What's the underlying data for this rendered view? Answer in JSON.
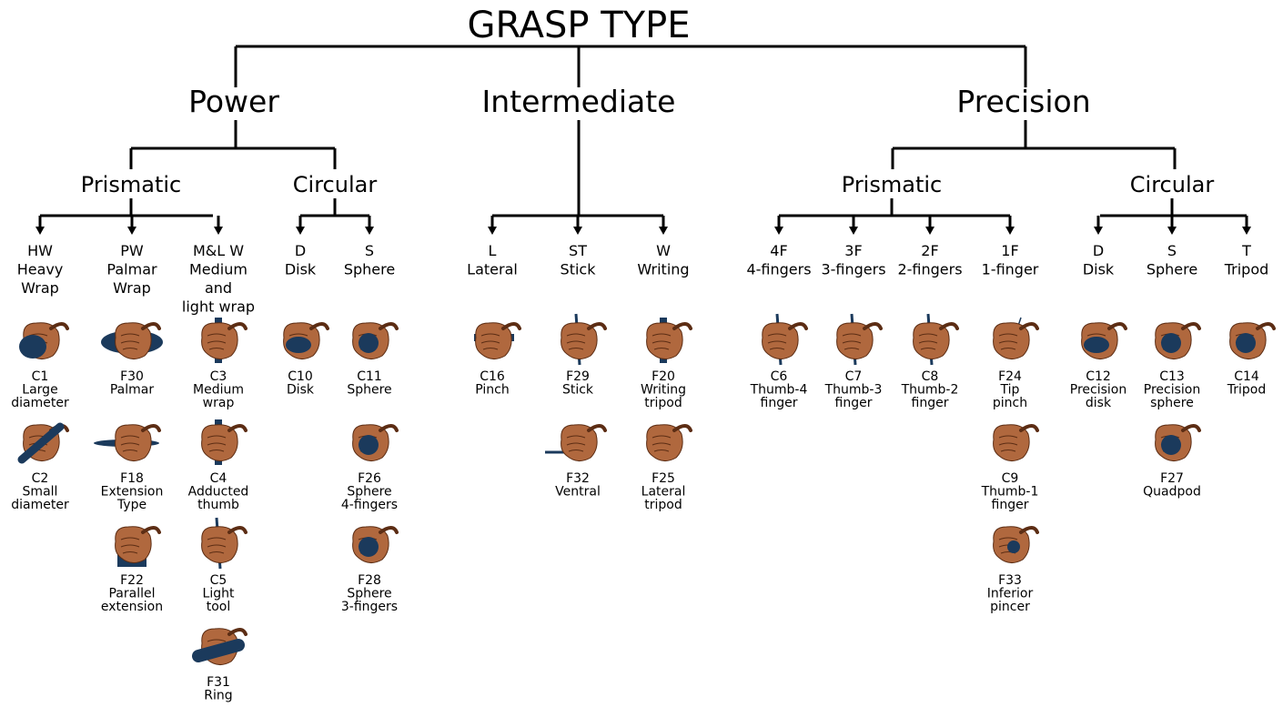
{
  "root": "GRASP TYPE",
  "categories": [
    {
      "id": "power",
      "label": "Power"
    },
    {
      "id": "intermediate",
      "label": "Intermediate"
    },
    {
      "id": "precision",
      "label": "Precision"
    }
  ],
  "subcategories": [
    {
      "id": "pw-prismatic",
      "label": "Prismatic"
    },
    {
      "id": "pw-circular",
      "label": "Circular"
    },
    {
      "id": "pr-prismatic",
      "label": "Prismatic"
    },
    {
      "id": "pr-circular",
      "label": "Circular"
    }
  ],
  "leaves": [
    {
      "id": "hw",
      "lines": [
        "HW",
        "Heavy",
        "Wrap"
      ],
      "grasps": [
        {
          "lines": [
            "C1",
            "Large",
            "diameter"
          ],
          "object": "cylinder-large"
        },
        {
          "lines": [
            "C2",
            "Small",
            "diameter"
          ],
          "object": "cylinder-small"
        }
      ]
    },
    {
      "id": "pw",
      "lines": [
        "PW",
        "Palmar",
        "Wrap"
      ],
      "grasps": [
        {
          "lines": [
            "F30",
            "Palmar"
          ],
          "object": "disk-wide"
        },
        {
          "lines": [
            "F18",
            "Extension",
            "Type"
          ],
          "object": "disk-flat"
        },
        {
          "lines": [
            "F22",
            "Parallel",
            "extension"
          ],
          "object": "block"
        }
      ]
    },
    {
      "id": "mlw",
      "lines": [
        "M&L W",
        "Medium",
        "and",
        "light wrap"
      ],
      "grasps": [
        {
          "lines": [
            "C3",
            "Medium",
            "wrap"
          ],
          "object": "rod-vertical"
        },
        {
          "lines": [
            "C4",
            "Adducted",
            "thumb"
          ],
          "object": "rod-vertical"
        },
        {
          "lines": [
            "C5",
            "Light",
            "tool"
          ],
          "object": "stick-thin"
        },
        {
          "lines": [
            "F31",
            "Ring"
          ],
          "object": "cylinder-ring"
        }
      ]
    },
    {
      "id": "d1",
      "lines": [
        "D",
        "Disk"
      ],
      "grasps": [
        {
          "lines": [
            "C10",
            "Disk"
          ],
          "object": "disk"
        }
      ]
    },
    {
      "id": "s1",
      "lines": [
        "S",
        "Sphere"
      ],
      "grasps": [
        {
          "lines": [
            "C11",
            "Sphere"
          ],
          "object": "sphere"
        },
        {
          "lines": [
            "F26",
            "Sphere",
            "4-fingers"
          ],
          "object": "sphere"
        },
        {
          "lines": [
            "F28",
            "Sphere",
            "3-fingers"
          ],
          "object": "sphere"
        }
      ]
    },
    {
      "id": "l",
      "lines": [
        "L",
        "Lateral"
      ],
      "grasps": [
        {
          "lines": [
            "C16",
            "Pinch"
          ],
          "object": "plate"
        }
      ]
    },
    {
      "id": "st",
      "lines": [
        "ST",
        "Stick"
      ],
      "grasps": [
        {
          "lines": [
            "F29",
            "Stick"
          ],
          "object": "stick-thin"
        },
        {
          "lines": [
            "F32",
            "Ventral"
          ],
          "object": "stick-horizontal"
        }
      ]
    },
    {
      "id": "w",
      "lines": [
        "W",
        "Writing"
      ],
      "grasps": [
        {
          "lines": [
            "F20",
            "Writing",
            "tripod"
          ],
          "object": "rod-vertical"
        },
        {
          "lines": [
            "F25",
            "Lateral",
            "tripod"
          ],
          "object": "none"
        }
      ]
    },
    {
      "id": "4f",
      "lines": [
        "4F",
        "4-fingers"
      ],
      "grasps": [
        {
          "lines": [
            "C6",
            "Thumb-4",
            "finger"
          ],
          "object": "stick-thin"
        }
      ]
    },
    {
      "id": "3f",
      "lines": [
        "3F",
        "3-fingers"
      ],
      "grasps": [
        {
          "lines": [
            "C7",
            "Thumb-3",
            "finger"
          ],
          "object": "stick-thin"
        }
      ]
    },
    {
      "id": "2f",
      "lines": [
        "2F",
        "2-fingers"
      ],
      "grasps": [
        {
          "lines": [
            "C8",
            "Thumb-2",
            "finger"
          ],
          "object": "stick-thin"
        }
      ]
    },
    {
      "id": "1f",
      "lines": [
        "1F",
        "1-finger"
      ],
      "grasps": [
        {
          "lines": [
            "F24",
            "Tip",
            "pinch"
          ],
          "object": "pin"
        },
        {
          "lines": [
            "C9",
            "Thumb-1",
            "finger"
          ],
          "object": "none"
        },
        {
          "lines": [
            "F33",
            "Inferior",
            "pincer"
          ],
          "object": "sphere-small"
        }
      ]
    },
    {
      "id": "d2",
      "lines": [
        "D",
        "Disk"
      ],
      "grasps": [
        {
          "lines": [
            "C12",
            "Precision",
            "disk"
          ],
          "object": "disk"
        }
      ]
    },
    {
      "id": "s2",
      "lines": [
        "S",
        "Sphere"
      ],
      "grasps": [
        {
          "lines": [
            "C13",
            "Precision",
            "sphere"
          ],
          "object": "sphere"
        },
        {
          "lines": [
            "F27",
            "Quadpod"
          ],
          "object": "sphere"
        }
      ]
    },
    {
      "id": "t",
      "lines": [
        "T",
        "Tripod"
      ],
      "grasps": [
        {
          "lines": [
            "C14",
            "Tripod"
          ],
          "object": "sphere"
        }
      ]
    }
  ],
  "colors": {
    "line": "#000000",
    "skin": "#b0683e",
    "skin_dark": "#5c2d14",
    "object": "#1b3a5c"
  }
}
